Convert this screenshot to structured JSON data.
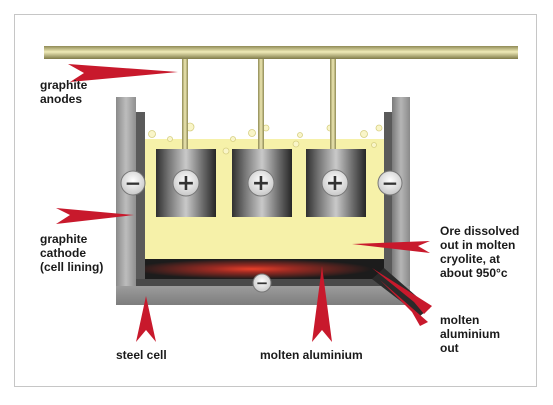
{
  "labels": {
    "anodes": "graphite\nanodes",
    "cathode": "graphite\ncathode\n(cell lining)",
    "ore": "Ore dissolved\nout in molten\ncryolite, at\nabout 950°c",
    "steel_cell": "steel cell",
    "molten_al": "molten aluminium",
    "molten_out": "molten\naluminium\nout"
  },
  "charges": {
    "anode": "+",
    "cathode": "−"
  },
  "colors": {
    "arrow": "#c8192c",
    "electrolyte": "#f6f1a9",
    "rod": "#cfc98a",
    "cell": "#9a9a9a",
    "aluminium_glow": "#e03a2a"
  }
}
